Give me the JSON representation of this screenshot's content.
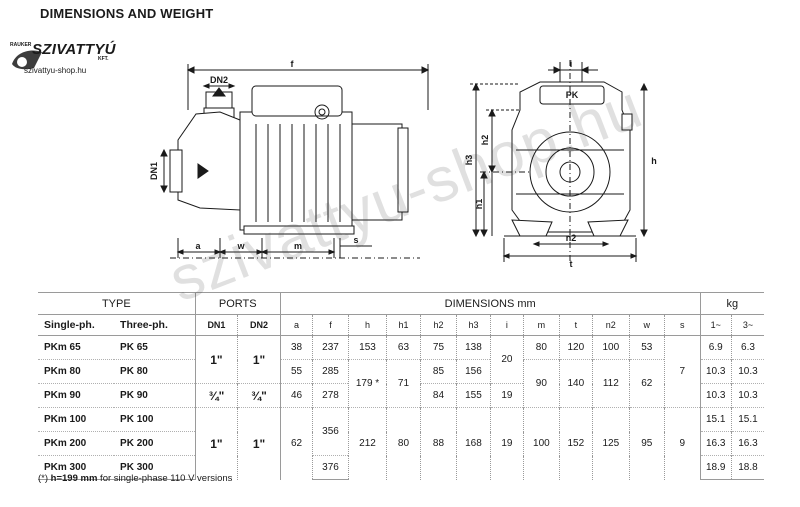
{
  "header": {
    "title": "DIMENSIONS AND WEIGHT"
  },
  "logo": {
    "small_text": "RAUKER",
    "brand": "SZIVATTYÚ",
    "kft": "KFT.",
    "site": "szivattyu-shop.hu"
  },
  "watermark": "szivattyu-shop.hu",
  "drawing": {
    "side_labels": {
      "f": "f",
      "dn2": "DN2",
      "dn1": "DN1",
      "a": "a",
      "w": "w",
      "m": "m",
      "s": "s"
    },
    "front_labels": {
      "i": "i",
      "h": "h",
      "h1": "h1",
      "h2": "h2",
      "h3": "h3",
      "n2": "n2",
      "t": "t",
      "badge": "PK"
    }
  },
  "table": {
    "groups": {
      "type": "TYPE",
      "ports": "PORTS",
      "dimensions": "DIMENSIONS mm",
      "kg": "kg"
    },
    "columns": [
      "Single-ph.",
      "Three-ph.",
      "DN1",
      "DN2",
      "a",
      "f",
      "h",
      "h1",
      "h2",
      "h3",
      "i",
      "m",
      "t",
      "n2",
      "w",
      "s",
      "1~",
      "3~"
    ],
    "rows": [
      {
        "single": "PKm 65",
        "three": "PK 65",
        "kg1": "6.9",
        "kg3": "6.3"
      },
      {
        "single": "PKm 80",
        "three": "PK 80",
        "kg1": "10.3",
        "kg3": "10.3"
      },
      {
        "single": "PKm 90",
        "three": "PK 90",
        "kg1": "10.3",
        "kg3": "10.3"
      },
      {
        "single": "PKm 100",
        "three": "PK 100",
        "kg1": "15.1",
        "kg3": "15.1"
      },
      {
        "single": "PKm 200",
        "three": "PK 200",
        "kg1": "16.3",
        "kg3": "16.3"
      },
      {
        "single": "PKm 300",
        "three": "PK 300",
        "kg1": "18.9",
        "kg3": "18.8"
      }
    ],
    "cells": {
      "dn1_a": "1\"",
      "dn2_a": "1\"",
      "dn1_b": "¾\"",
      "dn2_b": "¾\"",
      "dn1_c": "1\"",
      "dn2_c": "1\"",
      "a": [
        "38",
        "55",
        "46",
        "62"
      ],
      "f": [
        "237",
        "285",
        "278",
        "356",
        "376"
      ],
      "h": [
        "153",
        "179 *",
        "212"
      ],
      "h1": [
        "63",
        "71",
        "80"
      ],
      "h2": [
        "75",
        "85",
        "84",
        "88"
      ],
      "h3": [
        "138",
        "156",
        "155",
        "168"
      ],
      "i": [
        "20",
        "19",
        "19"
      ],
      "m": [
        "80",
        "90",
        "100"
      ],
      "t": [
        "120",
        "140",
        "152"
      ],
      "n2": [
        "100",
        "112",
        "125"
      ],
      "w": [
        "53",
        "62",
        "95"
      ],
      "s": [
        "7",
        "9"
      ]
    }
  },
  "footnote": {
    "star": "(*) ",
    "bold": "h=199 mm",
    "rest": " for single-phase 110 V versions"
  }
}
